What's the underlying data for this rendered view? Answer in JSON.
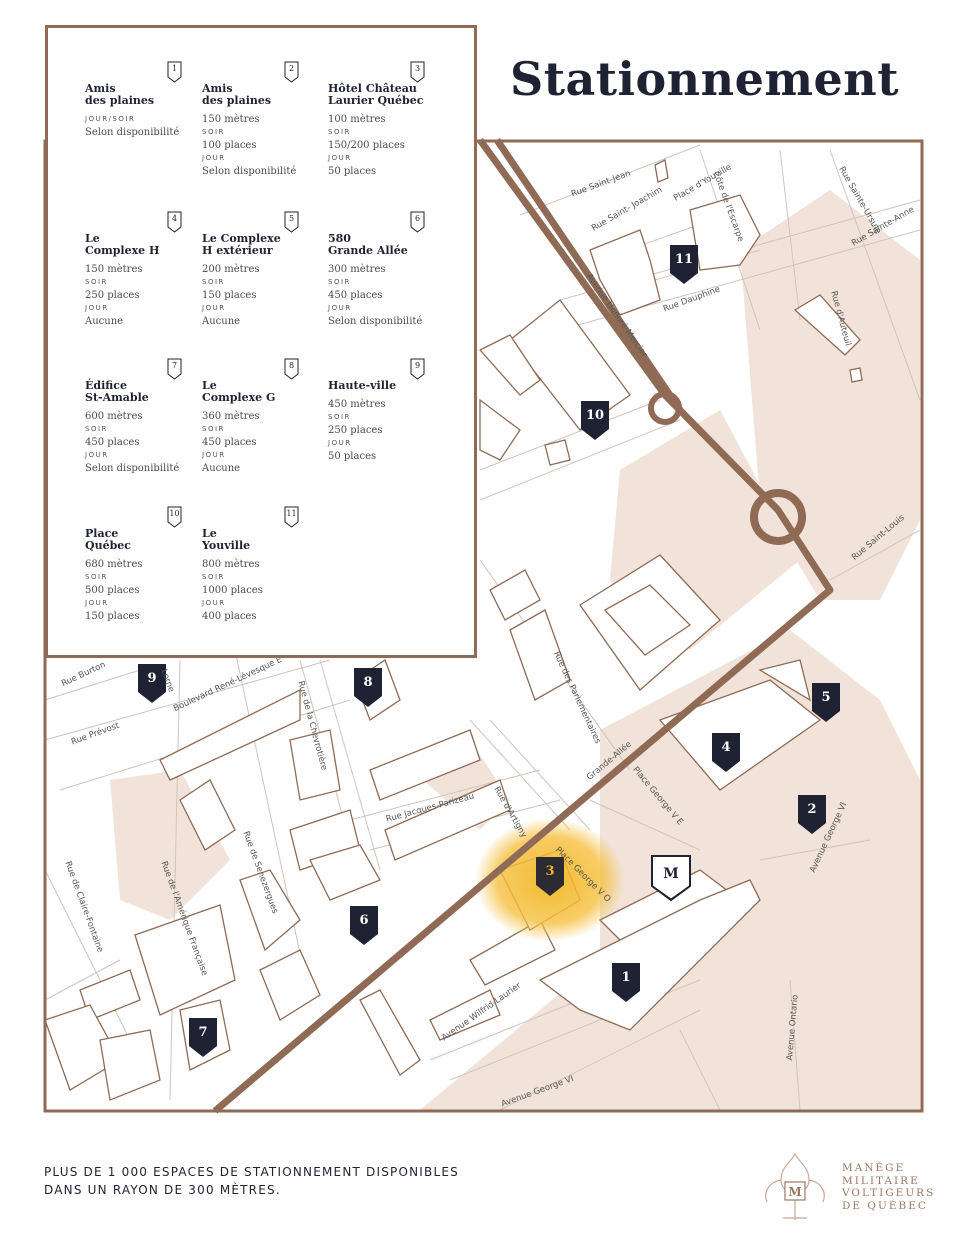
{
  "title": "Stationnement",
  "legend": {
    "entries": [
      {
        "num": "1",
        "name": "Amis\ndes plaines",
        "lines": [
          {
            "cap": "JOUR/SOIR",
            "text": "Selon disponibilité"
          }
        ]
      },
      {
        "num": "2",
        "name": "Amis\ndes plaines",
        "dist": "150 mètres",
        "lines": [
          {
            "cap": "SOIR",
            "text": "100 places"
          },
          {
            "cap": "JOUR",
            "text": "Selon disponibilité"
          }
        ]
      },
      {
        "num": "3",
        "name": "Hôtel Château\nLaurier Québec",
        "dist": "100 mètres",
        "lines": [
          {
            "cap": "SOIR",
            "text": "150/200 places"
          },
          {
            "cap": "JOUR",
            "text": "50 places"
          }
        ]
      },
      {
        "num": "4",
        "name": "Le\nComplexe H",
        "dist": "150 mètres",
        "lines": [
          {
            "cap": "SOIR",
            "text": "250 places"
          },
          {
            "cap": "JOUR",
            "text": "Aucune"
          }
        ]
      },
      {
        "num": "5",
        "name": "Le Complexe\nH extérieur",
        "dist": "200 mètres",
        "lines": [
          {
            "cap": "SOIR",
            "text": "150 places"
          },
          {
            "cap": "JOUR",
            "text": "Aucune"
          }
        ]
      },
      {
        "num": "6",
        "name": "580\nGrande Allée",
        "dist": "300 mètres",
        "lines": [
          {
            "cap": "SOIR",
            "text": "450 places"
          },
          {
            "cap": "JOUR",
            "text": "Selon disponibilité"
          }
        ]
      },
      {
        "num": "7",
        "name": "Édifice\nSt-Amable",
        "dist": "600 mètres",
        "lines": [
          {
            "cap": "SOIR",
            "text": "450 places"
          },
          {
            "cap": "JOUR",
            "text": "Selon disponibilité"
          }
        ]
      },
      {
        "num": "8",
        "name": "Le\nComplexe G",
        "dist": "360 mètres",
        "lines": [
          {
            "cap": "SOIR",
            "text": "450 places"
          },
          {
            "cap": "JOUR",
            "text": "Aucune"
          }
        ]
      },
      {
        "num": "9",
        "name": "Haute-ville",
        "dist": "450 mètres",
        "lines": [
          {
            "cap": "SOIR",
            "text": "250 places"
          },
          {
            "cap": "JOUR",
            "text": "50 places"
          }
        ]
      },
      {
        "num": "10",
        "name": "Place\nQuébec",
        "dist": "680 mètres",
        "lines": [
          {
            "cap": "SOIR",
            "text": "500 places"
          },
          {
            "cap": "JOUR",
            "text": "150 places"
          }
        ]
      },
      {
        "num": "11",
        "name": "Le\nYouville",
        "dist": "800 mètres",
        "lines": [
          {
            "cap": "SOIR",
            "text": "1000 places"
          },
          {
            "cap": "JOUR",
            "text": "400 places"
          }
        ]
      }
    ]
  },
  "map": {
    "pins": [
      {
        "num": "1"
      },
      {
        "num": "2"
      },
      {
        "num": "3"
      },
      {
        "num": "4"
      },
      {
        "num": "5"
      },
      {
        "num": "6"
      },
      {
        "num": "7"
      },
      {
        "num": "8"
      },
      {
        "num": "9"
      },
      {
        "num": "10"
      },
      {
        "num": "11"
      }
    ],
    "venue_marker": "M",
    "streets": [
      "Rue Saint-Jean",
      "Rue Saint- Joachim",
      "Place d'Youville",
      "Côte de l'Escarpe",
      "Rue Sainte-Ursule",
      "Rue Sainte-Anne",
      "Rue Dauphine",
      "Rue d'Auteuil",
      "Avenue Honoré-Mercier",
      "Rue Saint-Louis",
      "Rue des Parlementaires",
      "Grande-Allée",
      "Place George V E",
      "Place George V O",
      "Rue d'Artigny",
      "Rue Jacques-Parizeau",
      "Rue de la Chevrotière",
      "Rue de Claire-Fontaine",
      "Rue de l'Amérique Française",
      "Rue de Senezergues",
      "Boulevard René-Lévesque E",
      "Rue Burton",
      "Lorne",
      "Rue Prévost",
      "Avenue Wilfrid-Laurier",
      "Avenue George VI",
      "Avenue George VI",
      "Avenue Ontario"
    ],
    "colors": {
      "main_road": "#8f6a55",
      "park": "#f0e2d8",
      "building": "#ffffff",
      "outline": "#8f6a55",
      "pin": "#1f2233",
      "highlight": "#f2b520"
    }
  },
  "footer": {
    "line1": "PLUS DE 1 000 ESPACES DE STATIONNEMENT DISPONIBLES",
    "line2": "DANS UN RAYON DE 300 MÈTRES."
  },
  "brand": {
    "line1": "MANÈGE",
    "line2": "MILITAIRE",
    "line3": "VOLTIGEURS",
    "line4": "DE QUÉBEC",
    "emblem_letter": "M"
  }
}
